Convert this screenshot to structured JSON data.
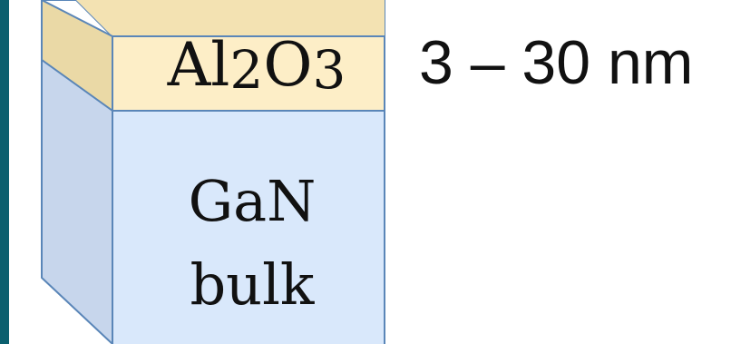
{
  "layers": {
    "oxide": {
      "label_main": "Al",
      "label_sub1": "2",
      "label_mid": "O",
      "label_sub2": "3",
      "fill_front": "#fdeec7",
      "fill_side": "#ead9a6",
      "fill_top": "#e3d1a0"
    },
    "substrate": {
      "label_line1": "GaN",
      "label_line2": "bulk",
      "fill_front": "#d9e8fb",
      "fill_side": "#c7d6ec"
    }
  },
  "thickness": {
    "text": "3 – 30 nm"
  },
  "colors": {
    "outline": "#5a86b8",
    "left_edge_bar": "#0b5f6e"
  }
}
